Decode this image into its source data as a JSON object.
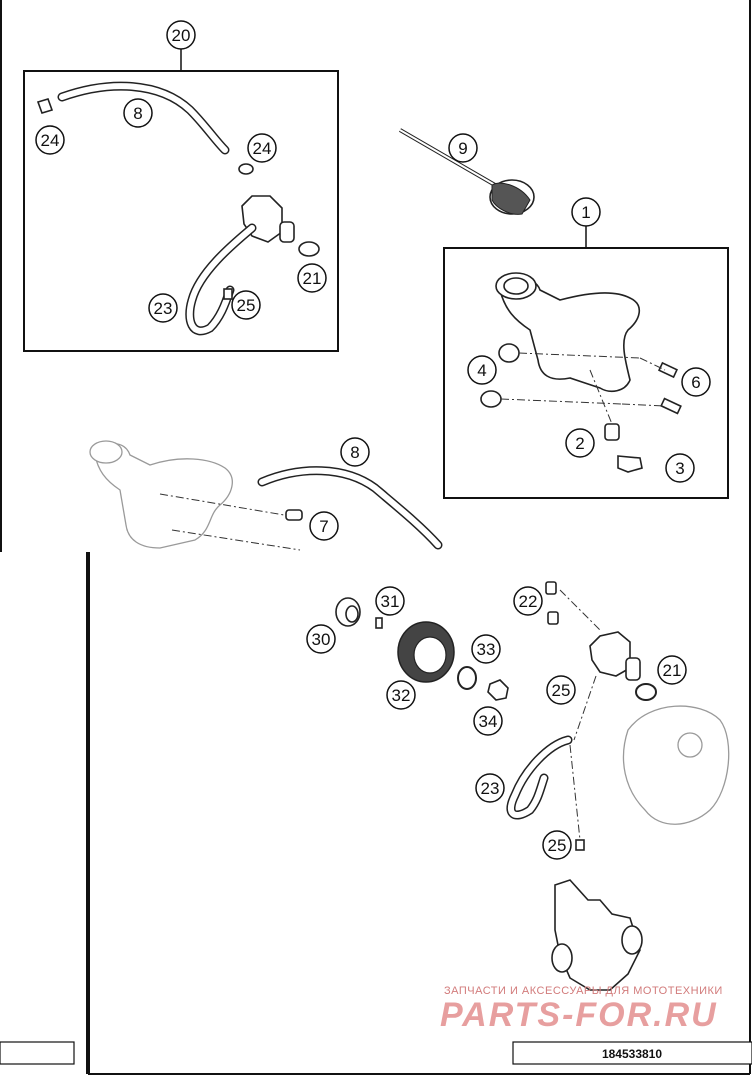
{
  "diagram": {
    "drawing_number": "184533810",
    "callouts": [
      "20",
      "8",
      "24",
      "24",
      "21",
      "23",
      "25",
      "9",
      "1",
      "4",
      "6",
      "2",
      "3",
      "8",
      "7",
      "31",
      "22",
      "30",
      "33",
      "32",
      "34",
      "25",
      "21",
      "23",
      "25"
    ],
    "watermark": {
      "line1": "ЗАПЧАСТИ И АКСЕССУАРЫ ДЛЯ МОТОТЕХНИКИ",
      "line2": "PARTS-FOR.RU"
    }
  }
}
